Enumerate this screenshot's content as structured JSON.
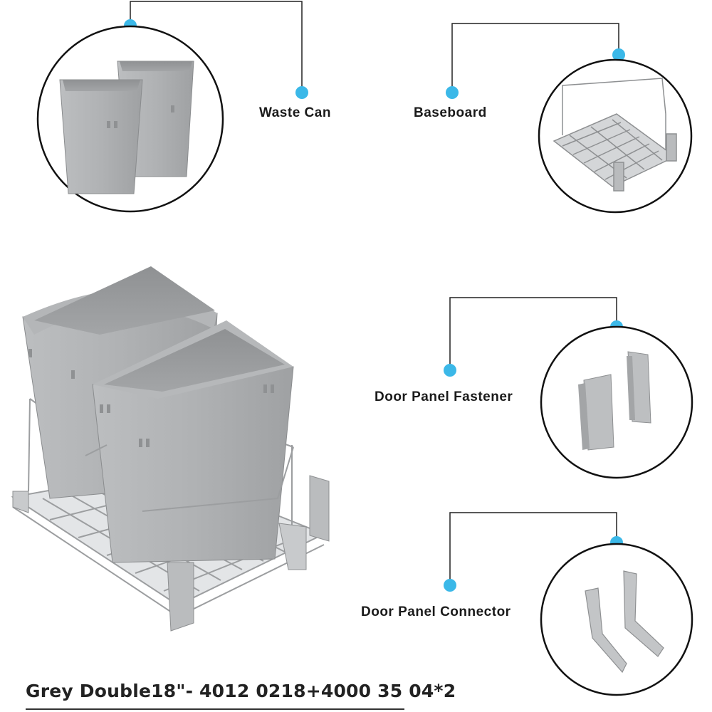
{
  "components": {
    "waste_can": "Waste Can",
    "baseboard": "Baseboard",
    "door_panel_fastener": "Door Panel Fastener",
    "door_panel_connector": "Door Panel Connector"
  },
  "caption": "Grey Double18\"- 4012 0218+4000 35 04*2",
  "colors": {
    "accent_dot": "#3bb8e8",
    "bin_grey": "#a9abad",
    "line": "#222222"
  },
  "icons": [
    "waste-can-image",
    "baseboard-image",
    "fastener-image",
    "connector-image",
    "pull-out-bin-image"
  ]
}
